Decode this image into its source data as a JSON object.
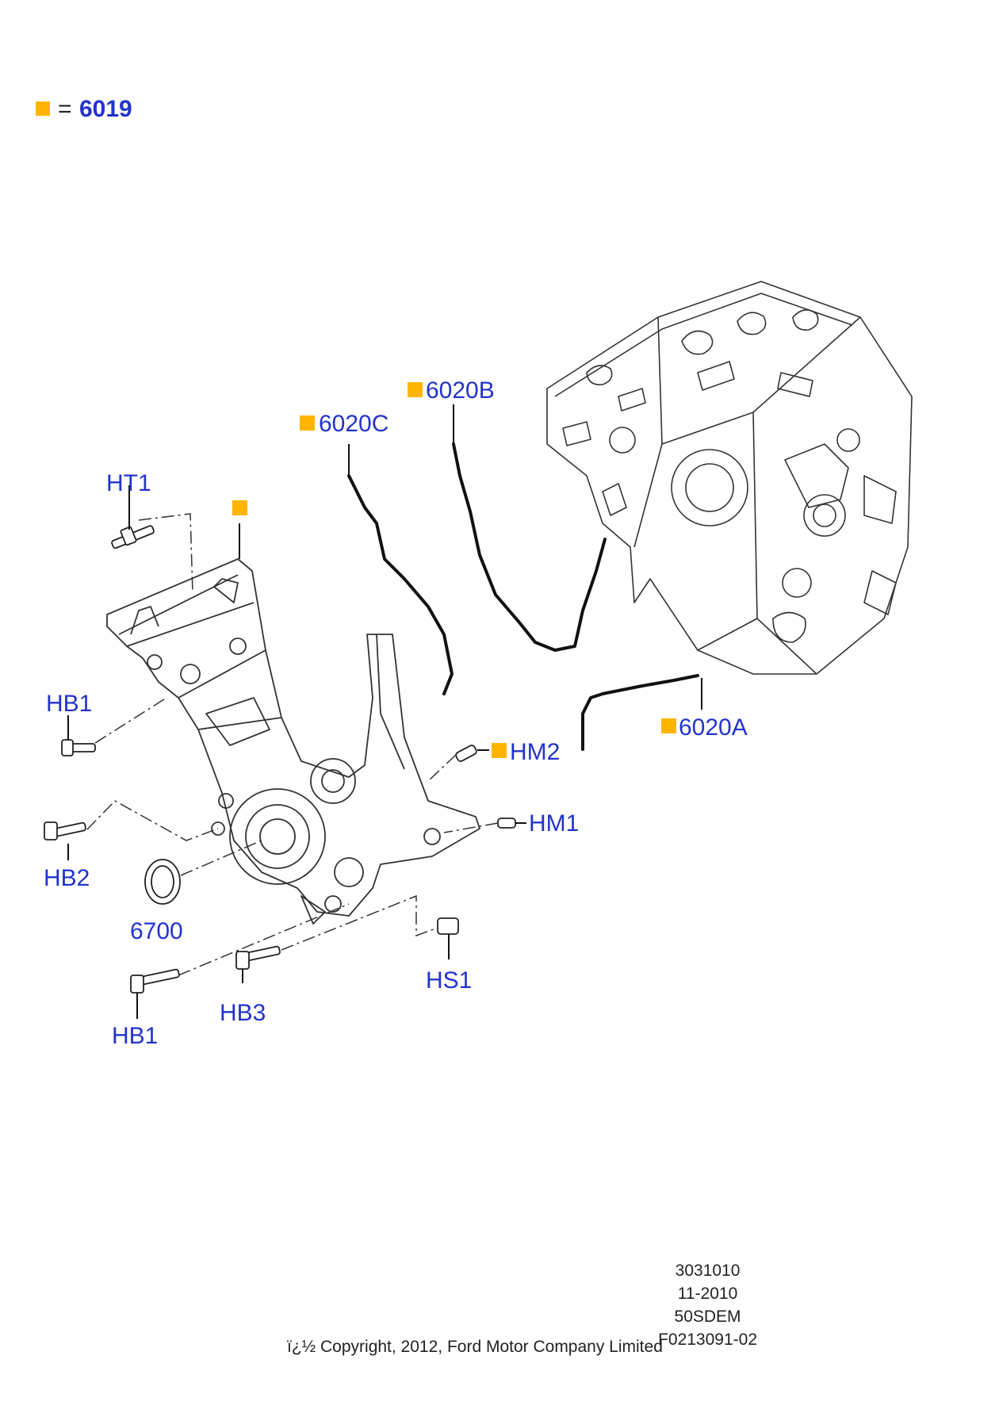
{
  "legend": {
    "symbol_color": "#ffb400",
    "equals": "=",
    "part": "6019",
    "part_color": "#2233cc"
  },
  "label_color": "#2233cc",
  "marker_color": "#ffb400",
  "callouts": {
    "ht1": "HT1",
    "hb1_top": "HB1",
    "hb2": "HB2",
    "part_6700": "6700",
    "hb1_bottom": "HB1",
    "hb3": "HB3",
    "hs1": "HS1",
    "hm1": "HM1",
    "hm2": "HM2",
    "gasket_c": "6020C",
    "gasket_b": "6020B",
    "gasket_a": "6020A"
  },
  "meta": {
    "lines": [
      "3031010",
      "11-2010",
      "50SDEM",
      "F0213091-02"
    ],
    "copyright": "ï¿½ Copyright, 2012, Ford Motor Company Limited"
  }
}
